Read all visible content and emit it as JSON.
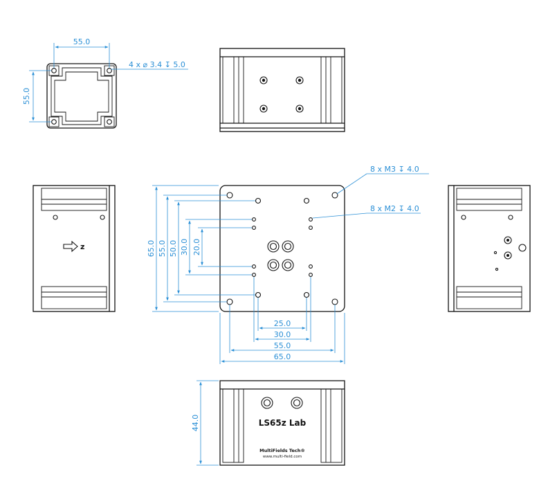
{
  "colors": {
    "outline": "#111111",
    "dimension": "#2a8fd6",
    "background": "#ffffff"
  },
  "small_view": {
    "width_dim": "55.0",
    "height_dim": "55.0",
    "hole_callout": "4 x ⌀ 3.4 ↧ 5.0"
  },
  "front_view": {
    "callout_m3": "8 x  M3 ↧ 4.0",
    "callout_m2": "8 x  M2 ↧ 4.0",
    "vertical_dims": [
      "65.0",
      "55.0",
      "50.0",
      "30.0",
      "20.0"
    ],
    "horizontal_dims": [
      "25.0",
      "30.0",
      "55.0",
      "65.0"
    ]
  },
  "left_view": {
    "axis_label": "z"
  },
  "bottom_view": {
    "height_dim": "44.0",
    "model": "LS65z Lab",
    "brand": "MultiFields Tech®",
    "website": "www.multi-field.com"
  }
}
